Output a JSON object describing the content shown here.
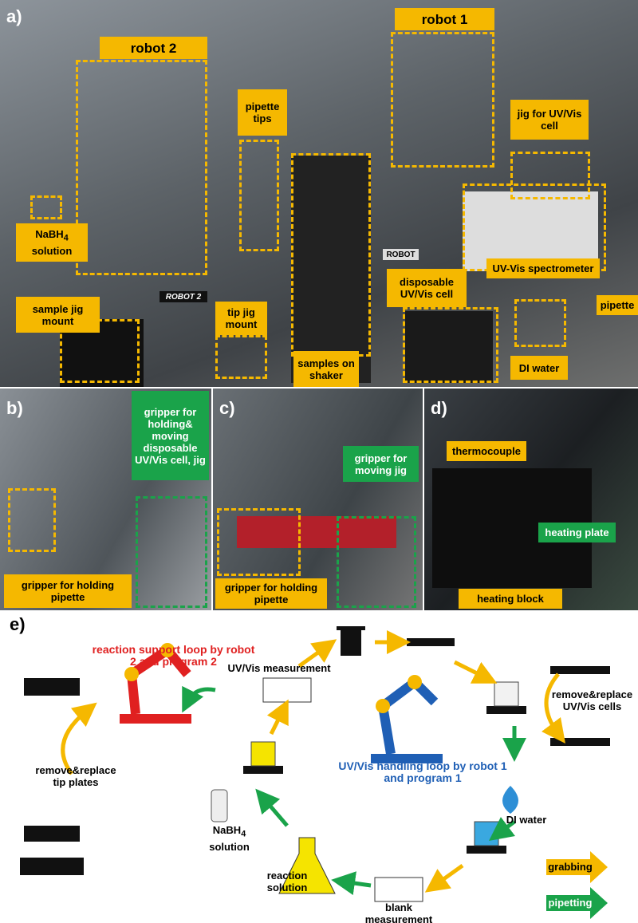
{
  "panel_a": {
    "letter": "a)",
    "labels": {
      "robot2": "robot 2",
      "robot1": "robot 1",
      "pipette_tips": "pipette tips",
      "jig_uvvis": "jig for UV/Vis cell",
      "nabh4": "NaBH",
      "nabh4_sub": "4",
      "nabh4_2": "solution",
      "disposable": "disposable UV/Vis cell",
      "spectrometer": "UV-Vis spectrometer",
      "sample_jig": "sample jig mount",
      "tip_jig": "tip jig mount",
      "pipette": "pipette",
      "samples": "samples on shaker",
      "di_water": "DI water",
      "robot_tag1": "ROBOT",
      "robot_tag2": "ROBOT 2"
    }
  },
  "panel_b": {
    "letter": "b)",
    "green": "gripper for holding& moving disposable UV/Vis cell, jig",
    "orange": "gripper for holding pipette"
  },
  "panel_c": {
    "letter": "c)",
    "green": "gripper for moving jig",
    "orange": "gripper for holding pipette"
  },
  "panel_d": {
    "letter": "d)",
    "thermocouple": "thermocouple",
    "heating_plate": "heating plate",
    "heating_block": "heating block"
  },
  "panel_e": {
    "letter": "e)",
    "red_loop": "reaction support loop by robot 2 and program 2",
    "blue_loop": "UV/Vis handling loop by robot 1 and program 1",
    "uvvis_meas": "UV/Vis measurement",
    "replace_cells": "remove&replace UV/Vis cells",
    "replace_tips": "remove&replace tip plates",
    "di_water": "DI water",
    "nabh4": "NaBH",
    "nabh4_sub": "4",
    "nabh4_2": "solution",
    "reaction": "reaction solution",
    "blank": "blank measurement",
    "grabbing": "grabbing",
    "pipetting": "pipetting",
    "colors": {
      "grabbing": "#f5b800",
      "pipetting": "#1aa34a",
      "red_loop": "#e02020",
      "blue_loop": "#1f5fb5"
    }
  }
}
